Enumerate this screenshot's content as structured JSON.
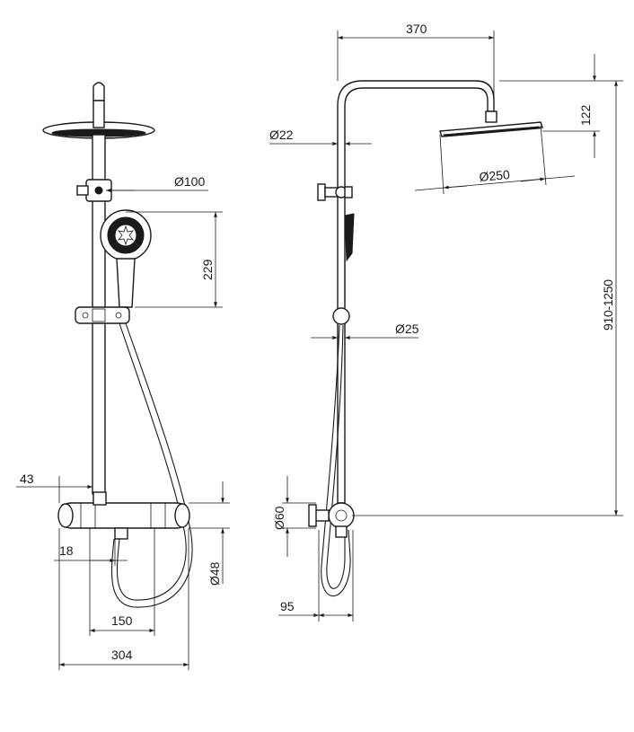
{
  "dimensions": {
    "top_arm_width": "370",
    "head_offset": "122",
    "pipe_diameter_top": "Ø22",
    "head_diameter": "Ø250",
    "height_range": "910-1250",
    "pipe_diameter_lower": "Ø25",
    "mixer_height": "Ø60",
    "mixer_depth": "95",
    "hand_shower_diameter": "Ø100",
    "hand_shower_length": "229",
    "bar_offset": "43",
    "outlet_offset": "18",
    "connection_spacing": "150",
    "mixer_width": "304",
    "body_diameter": "Ø48"
  },
  "colors": {
    "line": "#1a1a1a",
    "background": "#ffffff"
  }
}
